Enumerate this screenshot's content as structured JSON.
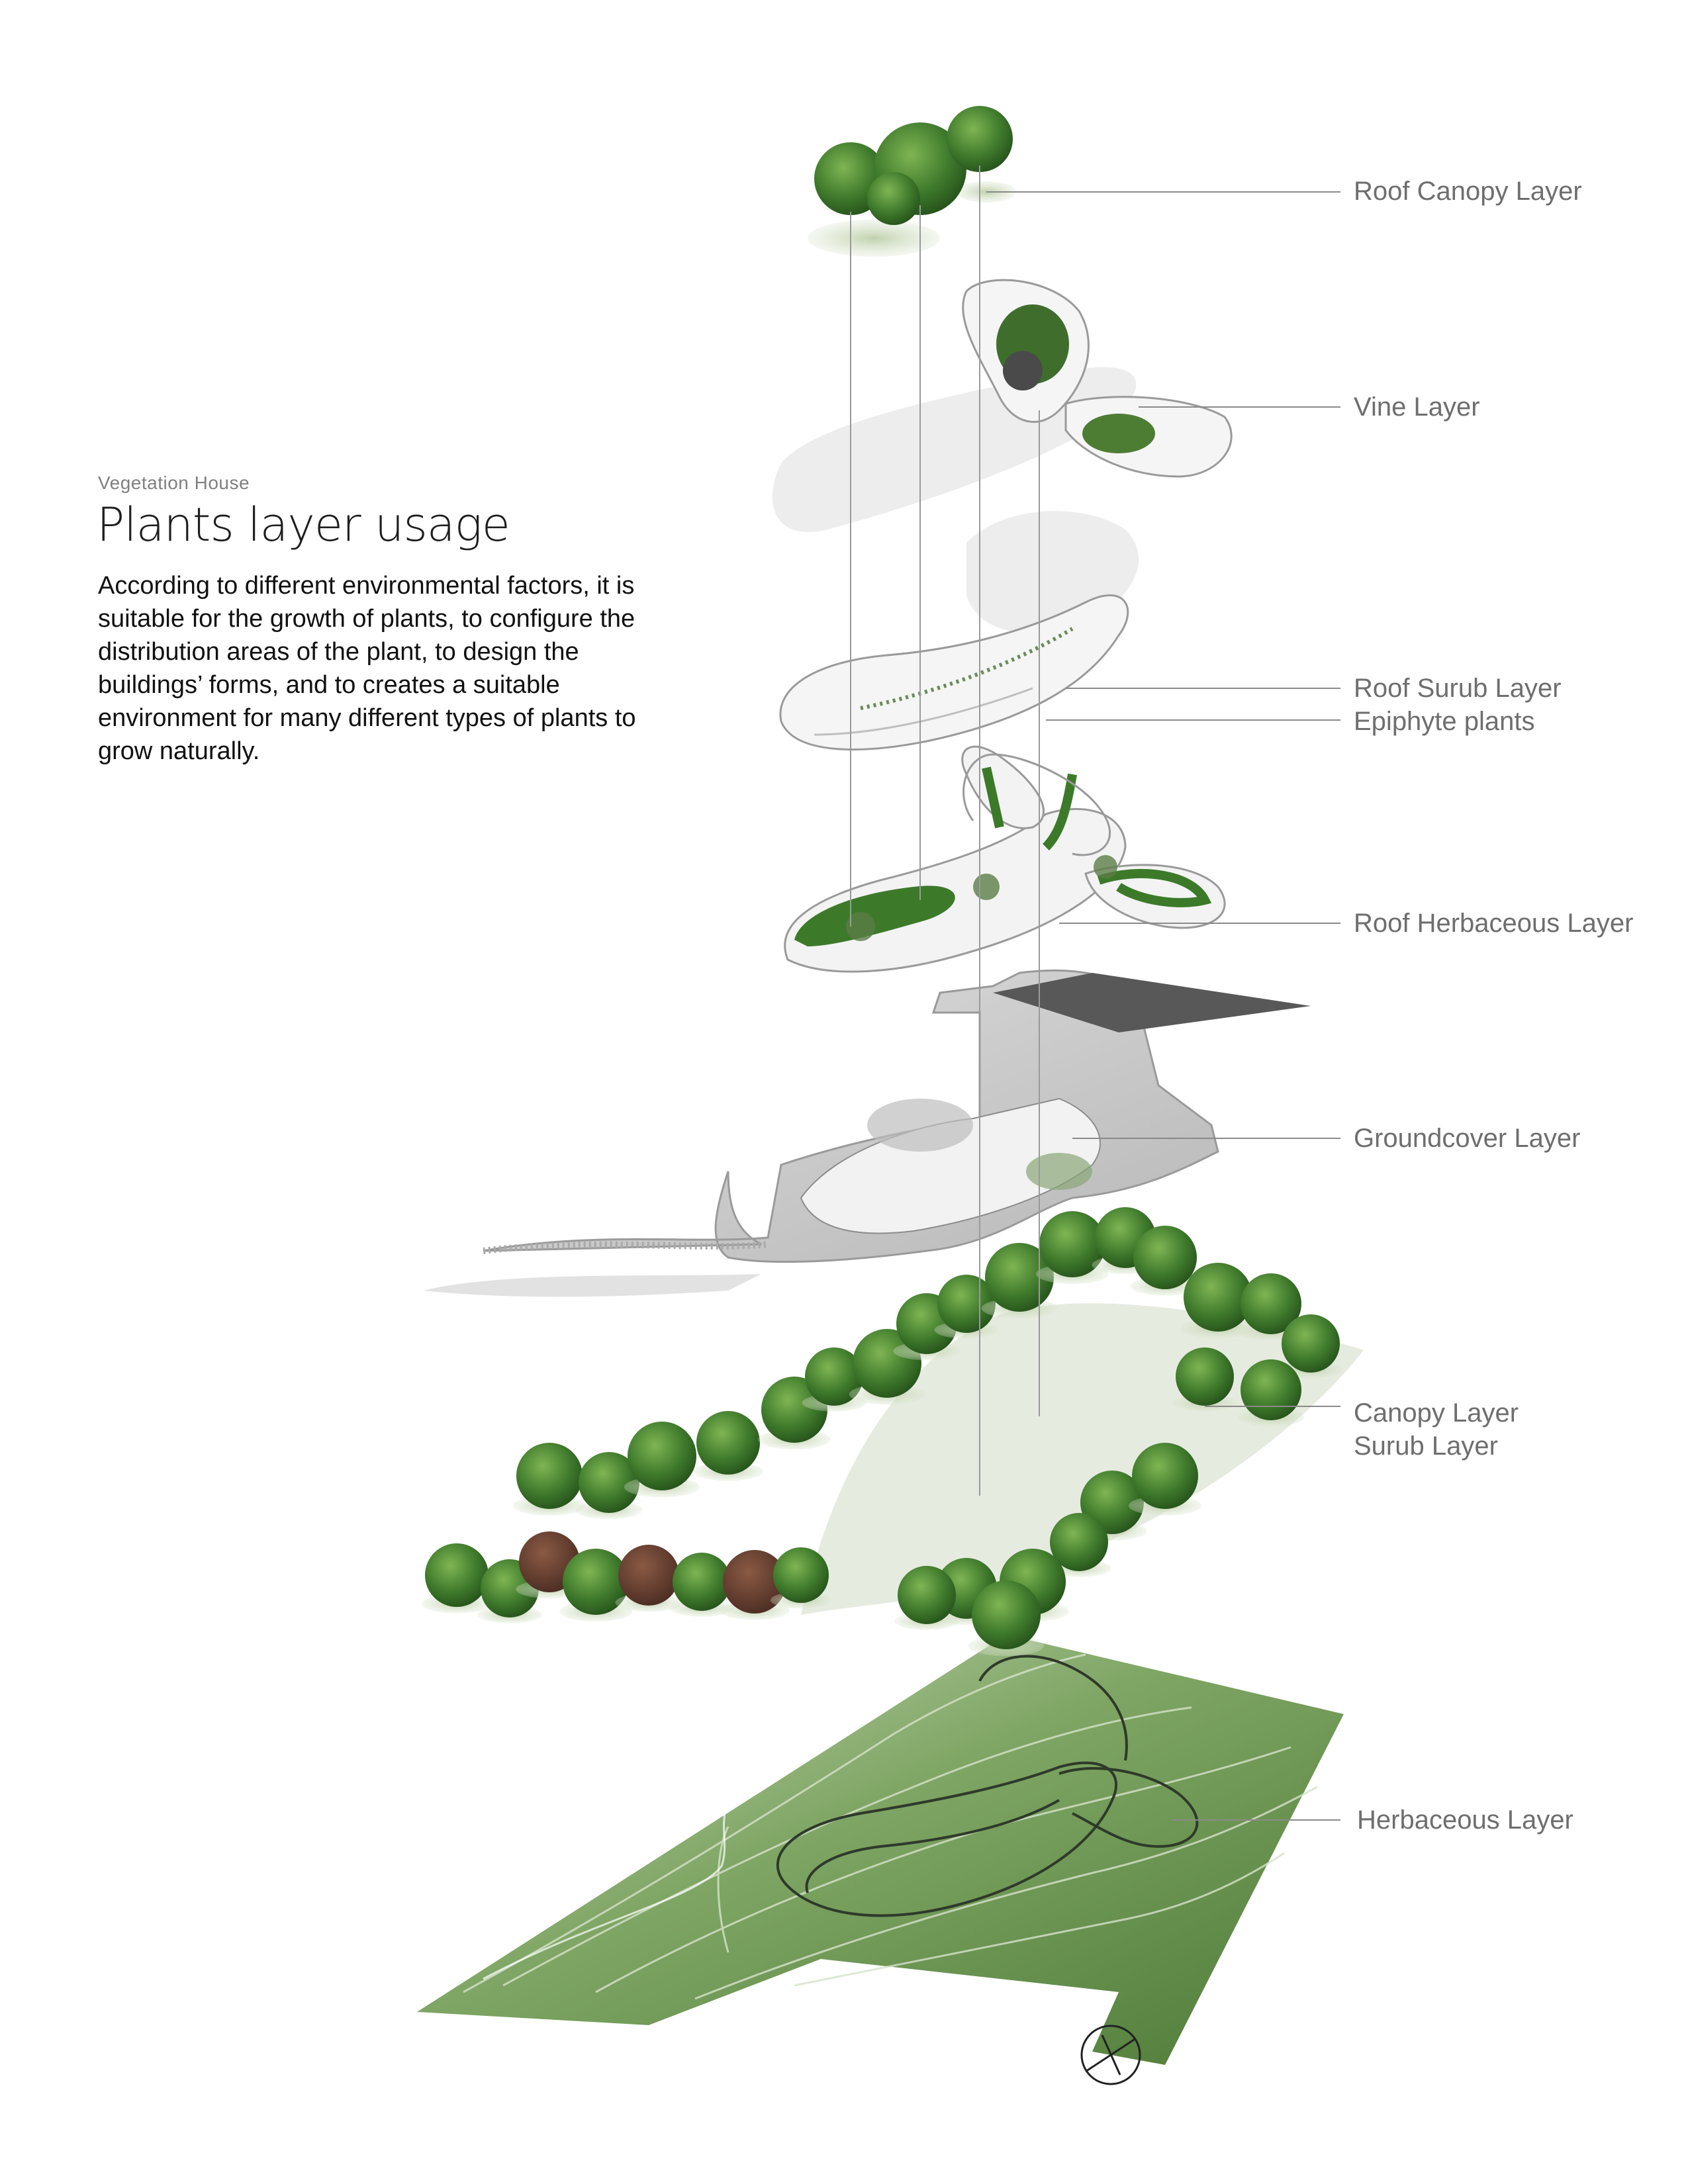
{
  "header": {
    "kicker": "Vegetation House",
    "title": "Plants layer usage",
    "description": "According to different environmental factors, it is suitable for the growth of plants, to configure the distribution areas of the plant, to design the buildings’ forms, and to creates a suitable environment for many different types of plants to grow naturally."
  },
  "layers": {
    "roof_canopy": "Roof Canopy Layer",
    "vine": "Vine Layer",
    "roof_surub": "Roof Surub Layer",
    "epiphyte": "Epiphyte plants",
    "roof_herbaceous": "Roof Herbaceous Layer",
    "groundcover": "Groundcover Layer",
    "canopy": "Canopy Layer",
    "surub": "Surub Layer",
    "herbaceous": "Herbaceous Layer"
  },
  "colors": {
    "leader_line": "#8a8a8a",
    "foliage_dark": "#2f5e22",
    "foliage_light": "#5f9a3c",
    "terrain": "#5d8a45",
    "ground_slab": "#c8c8c8"
  },
  "icons": {
    "north_arrow": "north-arrow-icon"
  }
}
